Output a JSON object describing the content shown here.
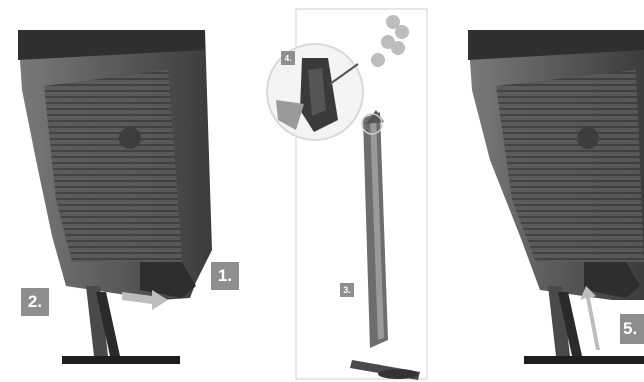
{
  "steps": {
    "s1": "1.",
    "s2": "2.",
    "s3": "3.",
    "s4": "4.",
    "s5": "5."
  },
  "colors": {
    "grip": "#5e5e5e",
    "grip_dark": "#3a3a3a",
    "badge": "#8e8e8e",
    "magazine": "#6a6a6a",
    "balls": "#b9b9b9"
  },
  "icons": [
    "pistol-grip-left",
    "magazine-strip",
    "magnifier-circle",
    "pistol-grip-right",
    "arrow-up"
  ]
}
